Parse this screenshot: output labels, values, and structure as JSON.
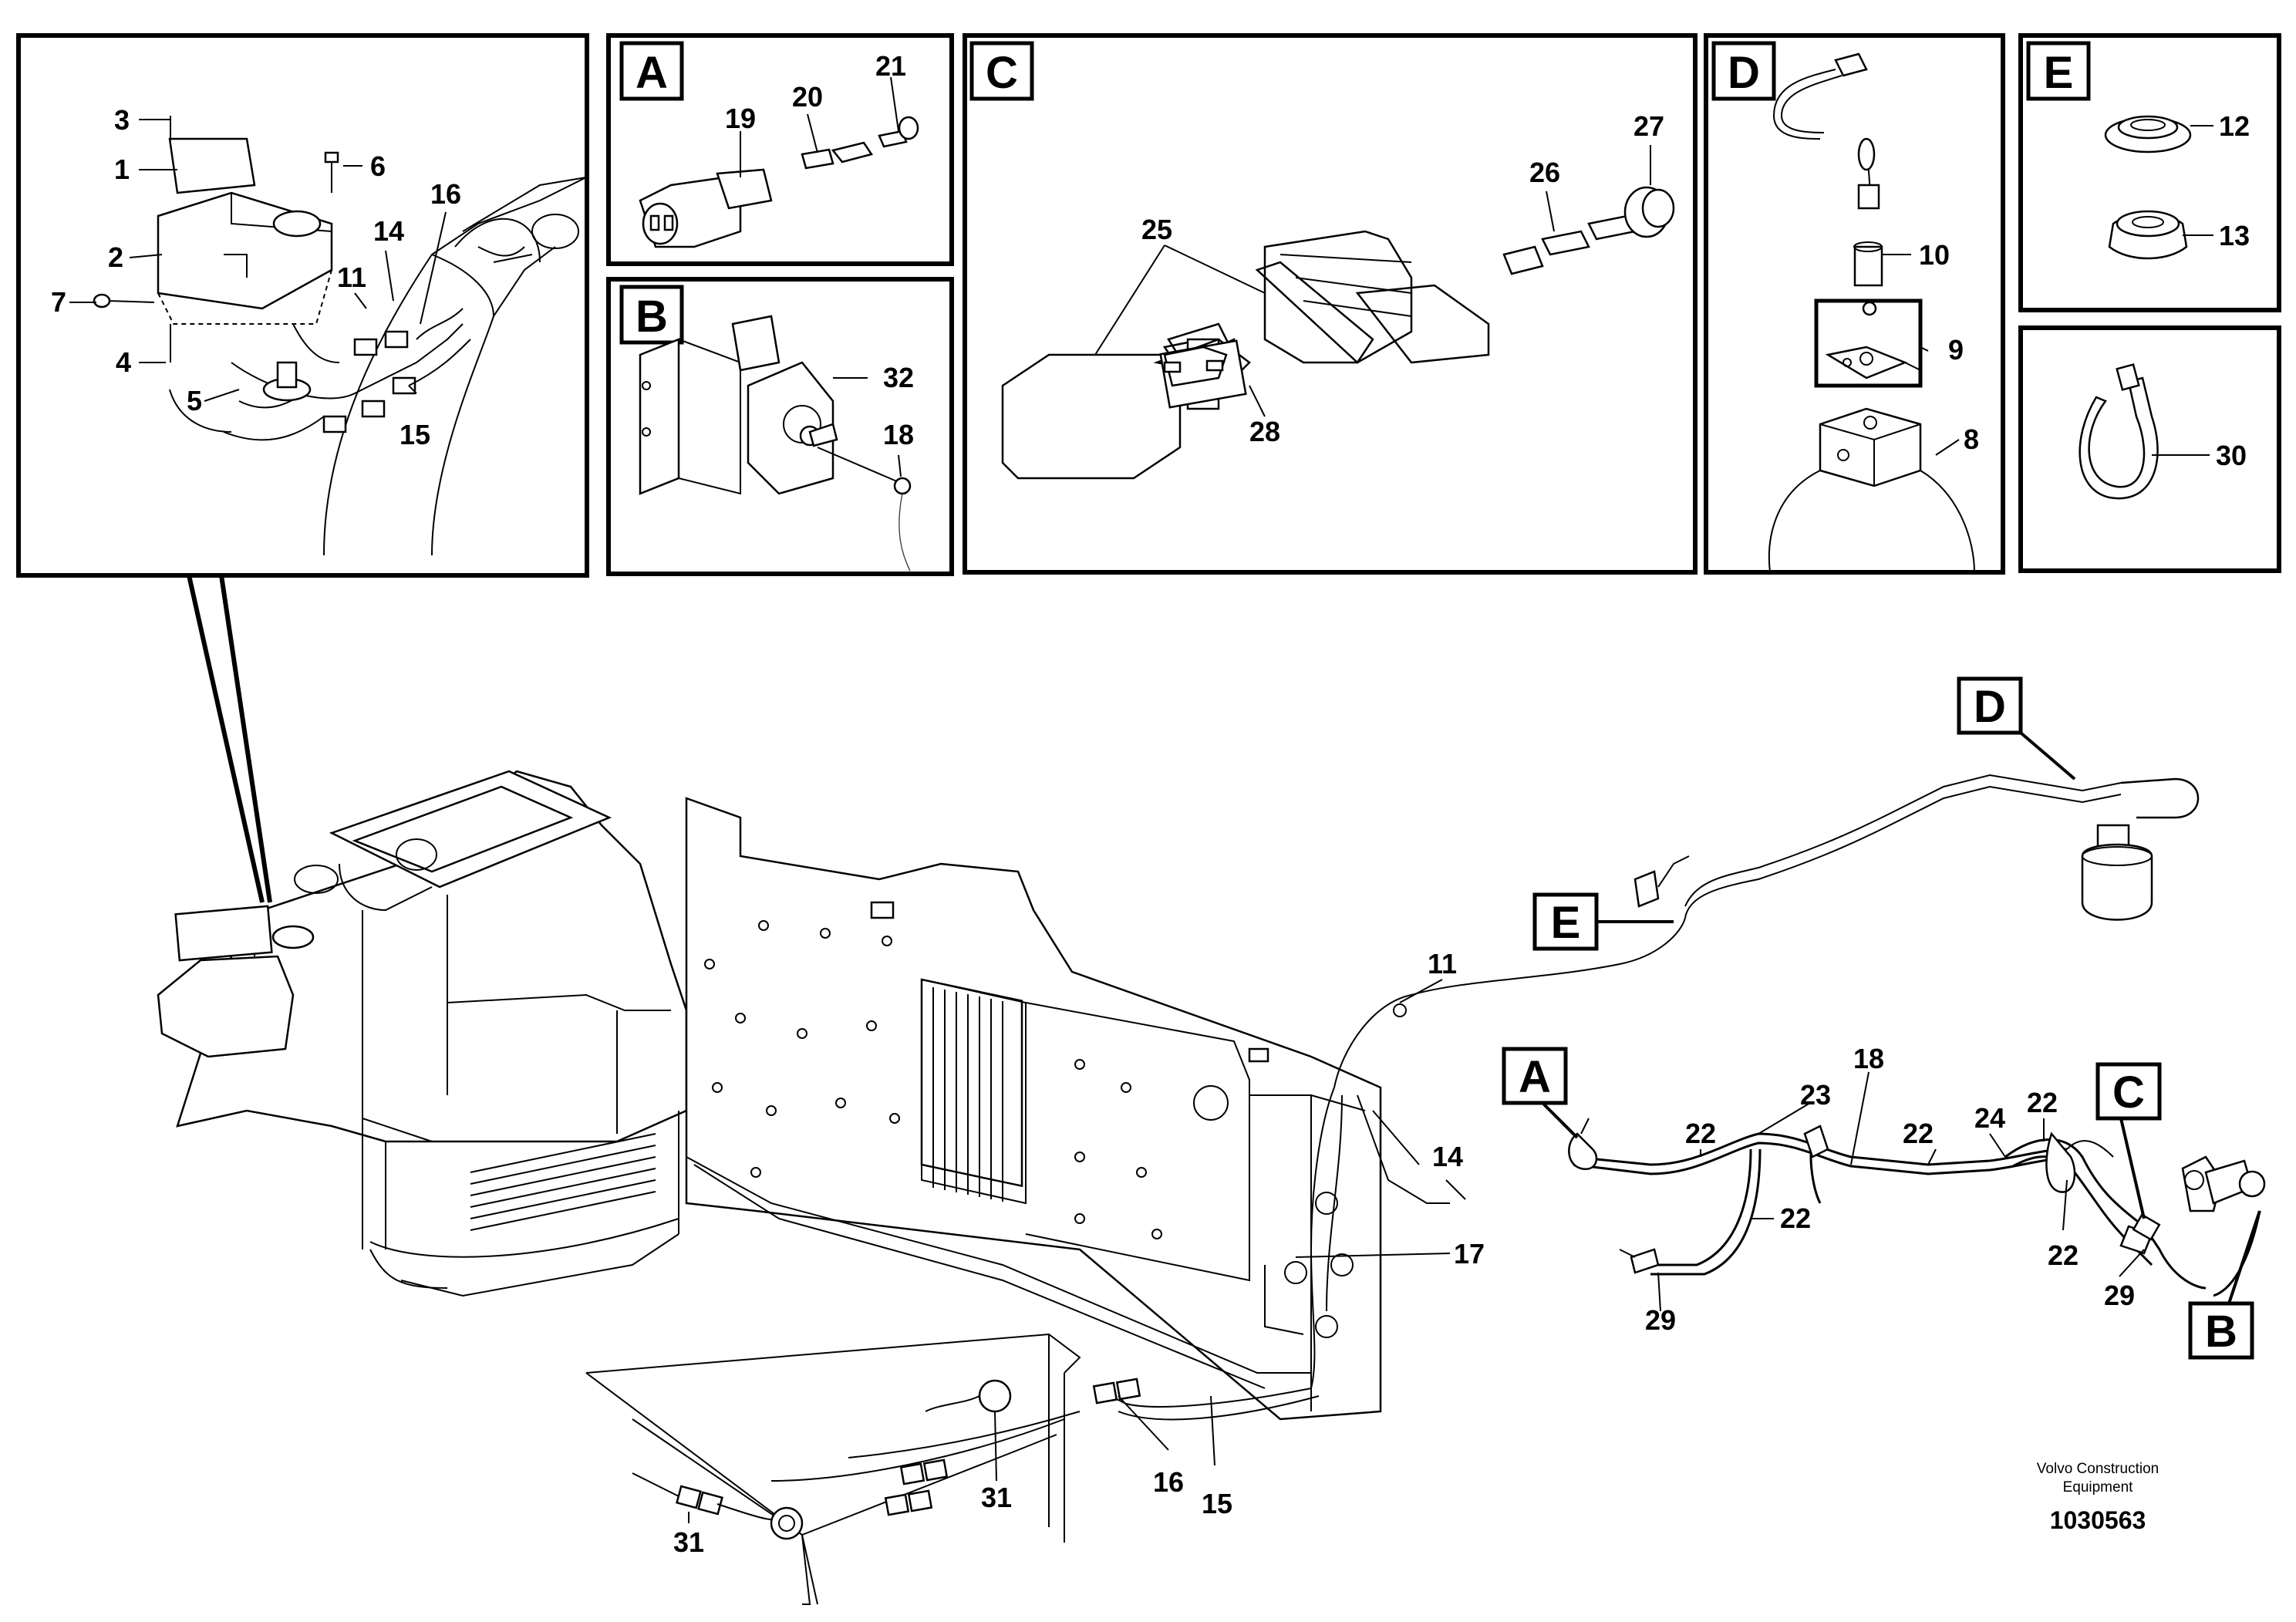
{
  "detail_labels": {
    "a": "A",
    "b": "B",
    "c": "C",
    "d": "D",
    "e": "E"
  },
  "callouts": {
    "c1": "1",
    "c2": "2",
    "c3": "3",
    "c4": "4",
    "c5": "5",
    "c6": "6",
    "c7": "7",
    "c8": "8",
    "c9": "9",
    "c10": "10",
    "c11": "11",
    "c12": "12",
    "c13": "13",
    "c14": "14",
    "c15": "15",
    "c16": "16",
    "c17": "17",
    "c18": "18",
    "c19": "19",
    "c20": "20",
    "c21": "21",
    "c22": "22",
    "c23": "23",
    "c24": "24",
    "c25": "25",
    "c26": "26",
    "c27": "27",
    "c28": "28",
    "c29": "29",
    "c30": "30",
    "c31": "31",
    "c32": "32"
  },
  "credit": {
    "line1": "Volvo Construction",
    "line2": "Equipment",
    "doc_number": "1030563"
  },
  "colors": {
    "ink": "#000000",
    "paper": "#ffffff"
  }
}
